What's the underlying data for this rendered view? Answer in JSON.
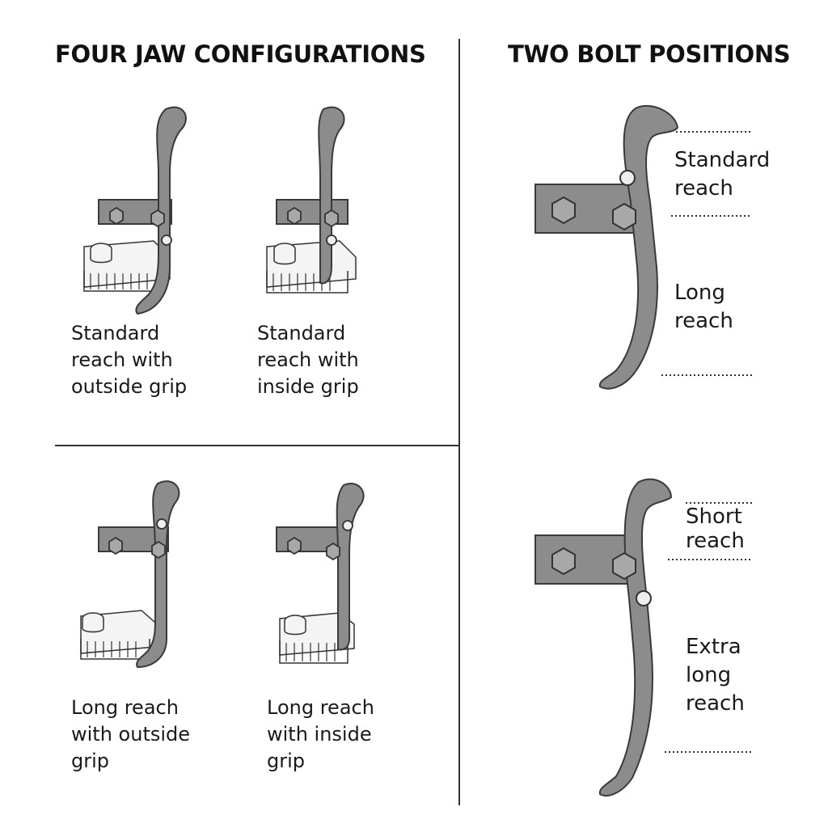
{
  "headings": {
    "jaw_configs": "FOUR JAW CONFIGURATIONS",
    "bolt_positions": "TWO BOLT POSITIONS"
  },
  "configs": [
    {
      "lines": [
        "Standard",
        "reach with",
        "outside grip"
      ]
    },
    {
      "lines": [
        "Standard",
        "reach with",
        "inside grip"
      ]
    },
    {
      "lines": [
        "Long reach",
        "with outside",
        "grip"
      ]
    },
    {
      "lines": [
        "Long reach",
        "with inside",
        "grip"
      ]
    }
  ],
  "bolt_positions": [
    {
      "zones": [
        {
          "lines": [
            "Standard",
            "reach"
          ]
        },
        {
          "lines": [
            "Long",
            "reach"
          ]
        }
      ]
    },
    {
      "zones": [
        {
          "lines": [
            "Short",
            "reach"
          ]
        },
        {
          "lines": [
            "Extra",
            "long",
            "reach"
          ]
        }
      ]
    }
  ],
  "colors": {
    "jaw_fill": "#8c8c8c",
    "jaw_stroke": "#3a3a3a",
    "gear_fill": "#f4f4f4",
    "line": "#333333"
  }
}
